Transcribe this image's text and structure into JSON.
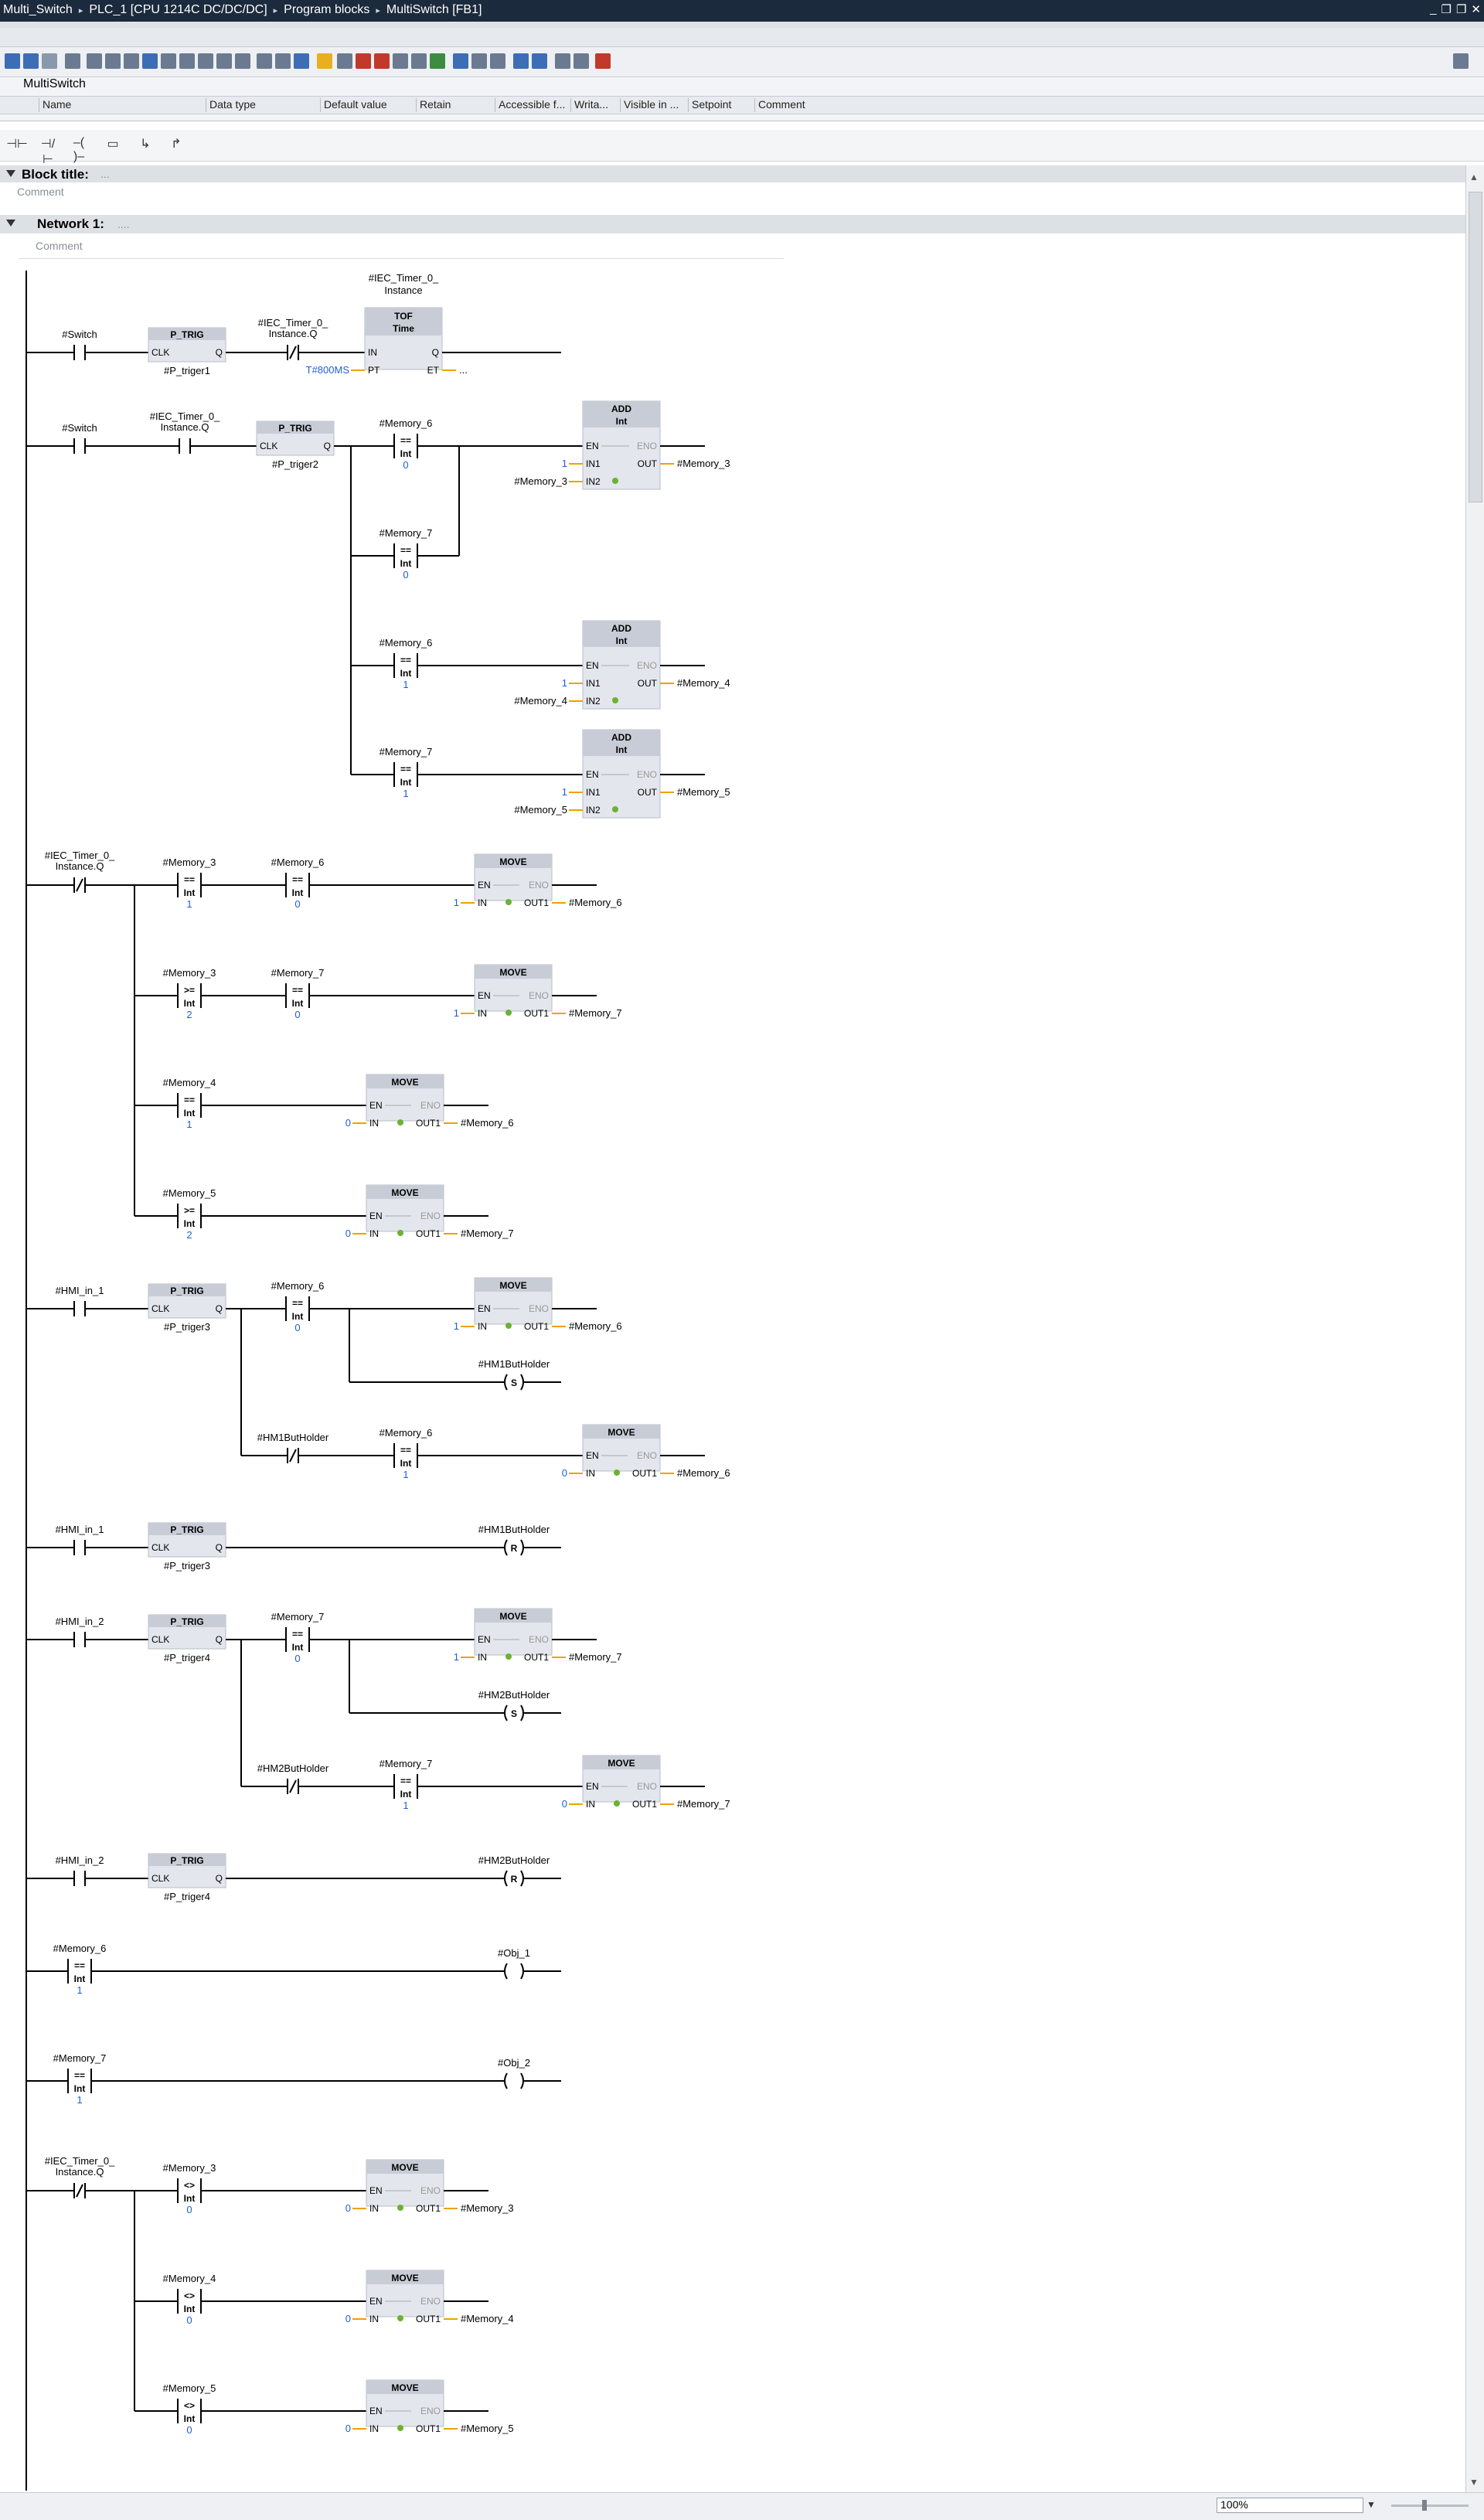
{
  "titlebar": {
    "crumbs": [
      "Multi_Switch",
      "PLC_1 [CPU 1214C DC/DC/DC]",
      "Program blocks",
      "MultiSwitch [FB1]"
    ],
    "separator": "▸",
    "controls": [
      "_",
      "❐",
      "❐",
      "✕"
    ]
  },
  "interface": {
    "title": "MultiSwitch",
    "columns": [
      "Name",
      "Data type",
      "Default value",
      "Retain",
      "Accessible f...",
      "Writa...",
      "Visible in ...",
      "Setpoint",
      "Comment"
    ]
  },
  "editor": {
    "block_title_label": "Block title:",
    "block_title_value": "...",
    "block_comment": "Comment",
    "network_label": "Network 1:",
    "network_title_value": "....",
    "network_comment": "Comment",
    "zoom": "100%"
  },
  "colors": {
    "titlebar": "#1b2a3c",
    "accent_orange": "#f0a000",
    "constant_blue": "#1f5fd6",
    "box_fill": "#e3e6ec",
    "box_header": "#c8ccd6"
  },
  "ladder": {
    "nodes": [
      {
        "id": "c1",
        "type": "contact",
        "tag": "#Switch"
      },
      {
        "id": "pt1",
        "type": "ptrig",
        "inst": "#P_triger1",
        "title": "P_TRIG",
        "pins": [
          "CLK",
          "Q"
        ]
      },
      {
        "id": "c2",
        "type": "contact_nc",
        "tag1": "#IEC_Timer_0_",
        "tag2": "Instance.Q"
      },
      {
        "id": "tof",
        "type": "tof",
        "inst1": "#IEC_Timer_0_",
        "inst2": "Instance",
        "t1": "TOF",
        "t2": "Time",
        "pins": [
          "IN",
          "Q",
          "PT",
          "ET"
        ],
        "pt": "T#800MS",
        "et": "..."
      },
      {
        "id": "c3",
        "type": "contact",
        "tag": "#Switch"
      },
      {
        "id": "c4",
        "type": "contact",
        "tag1": "#IEC_Timer_0_",
        "tag2": "Instance.Q"
      },
      {
        "id": "pt2",
        "type": "ptrig",
        "inst": "#P_triger2",
        "title": "P_TRIG",
        "pins": [
          "CLK",
          "Q"
        ]
      },
      {
        "id": "cmp1",
        "type": "cmp",
        "op": "==",
        "dtype": "Int",
        "tag": "#Memory_6",
        "val": "0"
      },
      {
        "id": "cmp2",
        "type": "cmp",
        "op": "==",
        "dtype": "Int",
        "tag": "#Memory_7",
        "val": "0"
      },
      {
        "id": "add1",
        "type": "add",
        "title": "ADD",
        "dtype": "Int",
        "pins": [
          "EN",
          "ENO",
          "IN1",
          "OUT",
          "IN2"
        ],
        "in1": "1",
        "in2": "#Memory_3",
        "out": "#Memory_3"
      },
      {
        "id": "cmp3",
        "type": "cmp",
        "op": "==",
        "dtype": "Int",
        "tag": "#Memory_6",
        "val": "1"
      },
      {
        "id": "add2",
        "type": "add",
        "title": "ADD",
        "dtype": "Int",
        "pins": [
          "EN",
          "ENO",
          "IN1",
          "OUT",
          "IN2"
        ],
        "in1": "1",
        "in2": "#Memory_4",
        "out": "#Memory_4"
      },
      {
        "id": "cmp4",
        "type": "cmp",
        "op": "==",
        "dtype": "Int",
        "tag": "#Memory_7",
        "val": "1"
      },
      {
        "id": "add3",
        "type": "add",
        "title": "ADD",
        "dtype": "Int",
        "pins": [
          "EN",
          "ENO",
          "IN1",
          "OUT",
          "IN2"
        ],
        "in1": "1",
        "in2": "#Memory_5",
        "out": "#Memory_5"
      },
      {
        "id": "c5",
        "type": "contact_nc",
        "tag1": "#IEC_Timer_0_",
        "tag2": "Instance.Q"
      },
      {
        "id": "cmp5",
        "type": "cmp",
        "op": "==",
        "dtype": "Int",
        "tag": "#Memory_3",
        "val": "1"
      },
      {
        "id": "cmp6",
        "type": "cmp",
        "op": "==",
        "dtype": "Int",
        "tag": "#Memory_6",
        "val": "0"
      },
      {
        "id": "mv1",
        "type": "move",
        "title": "MOVE",
        "pins": [
          "EN",
          "ENO",
          "IN",
          "OUT1"
        ],
        "in": "1",
        "out": "#Memory_6"
      },
      {
        "id": "cmp7",
        "type": "cmp",
        "op": ">=",
        "dtype": "Int",
        "tag": "#Memory_3",
        "val": "2"
      },
      {
        "id": "cmp8",
        "type": "cmp",
        "op": "==",
        "dtype": "Int",
        "tag": "#Memory_7",
        "val": "0"
      },
      {
        "id": "mv2",
        "type": "move",
        "title": "MOVE",
        "pins": [
          "EN",
          "ENO",
          "IN",
          "OUT1"
        ],
        "in": "1",
        "out": "#Memory_7"
      },
      {
        "id": "cmp9",
        "type": "cmp",
        "op": "==",
        "dtype": "Int",
        "tag": "#Memory_4",
        "val": "1"
      },
      {
        "id": "mv3",
        "type": "move",
        "title": "MOVE",
        "pins": [
          "EN",
          "ENO",
          "IN",
          "OUT1"
        ],
        "in": "0",
        "out": "#Memory_6"
      },
      {
        "id": "cmp10",
        "type": "cmp",
        "op": ">=",
        "dtype": "Int",
        "tag": "#Memory_5",
        "val": "2"
      },
      {
        "id": "mv4",
        "type": "move",
        "title": "MOVE",
        "pins": [
          "EN",
          "ENO",
          "IN",
          "OUT1"
        ],
        "in": "0",
        "out": "#Memory_7"
      },
      {
        "id": "c6",
        "type": "contact",
        "tag": "#HMI_in_1"
      },
      {
        "id": "pt3",
        "type": "ptrig",
        "inst": "#P_triger3",
        "title": "P_TRIG",
        "pins": [
          "CLK",
          "Q"
        ]
      },
      {
        "id": "cmp11",
        "type": "cmp",
        "op": "==",
        "dtype": "Int",
        "tag": "#Memory_6",
        "val": "0"
      },
      {
        "id": "mv5",
        "type": "move",
        "title": "MOVE",
        "pins": [
          "EN",
          "ENO",
          "IN",
          "OUT1"
        ],
        "in": "1",
        "out": "#Memory_6"
      },
      {
        "id": "s1",
        "type": "coil",
        "letter": "S",
        "tag": "#HM1ButHolder"
      },
      {
        "id": "c7",
        "type": "contact_nc",
        "tag1": "#HM1ButHolder",
        "tag2": ""
      },
      {
        "id": "cmp12",
        "type": "cmp",
        "op": "==",
        "dtype": "Int",
        "tag": "#Memory_6",
        "val": "1"
      },
      {
        "id": "mv6",
        "type": "move",
        "title": "MOVE",
        "pins": [
          "EN",
          "ENO",
          "IN",
          "OUT1"
        ],
        "in": "0",
        "out": "#Memory_6"
      },
      {
        "id": "c8",
        "type": "contact",
        "tag": "#HMI_in_1"
      },
      {
        "id": "pt4",
        "type": "ptrig",
        "inst": "#P_triger3",
        "title": "P_TRIG",
        "pins": [
          "CLK",
          "Q"
        ]
      },
      {
        "id": "r1",
        "type": "coil",
        "letter": "R",
        "tag": "#HM1ButHolder"
      },
      {
        "id": "c9",
        "type": "contact",
        "tag": "#HMI_in_2"
      },
      {
        "id": "pt5",
        "type": "ptrig",
        "inst": "#P_triger4",
        "title": "P_TRIG",
        "pins": [
          "CLK",
          "Q"
        ]
      },
      {
        "id": "cmp13",
        "type": "cmp",
        "op": "==",
        "dtype": "Int",
        "tag": "#Memory_7",
        "val": "0"
      },
      {
        "id": "mv7",
        "type": "move",
        "title": "MOVE",
        "pins": [
          "EN",
          "ENO",
          "IN",
          "OUT1"
        ],
        "in": "1",
        "out": "#Memory_7"
      },
      {
        "id": "s2",
        "type": "coil",
        "letter": "S",
        "tag": "#HM2ButHolder"
      },
      {
        "id": "c10",
        "type": "contact_nc",
        "tag1": "#HM2ButHolder",
        "tag2": ""
      },
      {
        "id": "cmp14",
        "type": "cmp",
        "op": "==",
        "dtype": "Int",
        "tag": "#Memory_7",
        "val": "1"
      },
      {
        "id": "mv8",
        "type": "move",
        "title": "MOVE",
        "pins": [
          "EN",
          "ENO",
          "IN",
          "OUT1"
        ],
        "in": "0",
        "out": "#Memory_7"
      },
      {
        "id": "c11",
        "type": "contact",
        "tag": "#HMI_in_2"
      },
      {
        "id": "pt6",
        "type": "ptrig",
        "inst": "#P_triger4",
        "title": "P_TRIG",
        "pins": [
          "CLK",
          "Q"
        ]
      },
      {
        "id": "r2",
        "type": "coil",
        "letter": "R",
        "tag": "#HM2ButHolder"
      },
      {
        "id": "cmp15",
        "type": "cmp",
        "op": "==",
        "dtype": "Int",
        "tag": "#Memory_6",
        "val": "1"
      },
      {
        "id": "o1",
        "type": "coil",
        "letter": "",
        "tag": "#Obj_1"
      },
      {
        "id": "cmp16",
        "type": "cmp",
        "op": "==",
        "dtype": "Int",
        "tag": "#Memory_7",
        "val": "1"
      },
      {
        "id": "o2",
        "type": "coil",
        "letter": "",
        "tag": "#Obj_2"
      },
      {
        "id": "c12",
        "type": "contact_nc",
        "tag1": "#IEC_Timer_0_",
        "tag2": "Instance.Q"
      },
      {
        "id": "cmp17",
        "type": "cmp",
        "op": "<>",
        "dtype": "Int",
        "tag": "#Memory_3",
        "val": "0"
      },
      {
        "id": "mv9",
        "type": "move",
        "title": "MOVE",
        "pins": [
          "EN",
          "ENO",
          "IN",
          "OUT1"
        ],
        "in": "0",
        "out": "#Memory_3"
      },
      {
        "id": "cmp18",
        "type": "cmp",
        "op": "<>",
        "dtype": "Int",
        "tag": "#Memory_4",
        "val": "0"
      },
      {
        "id": "mv10",
        "type": "move",
        "title": "MOVE",
        "pins": [
          "EN",
          "ENO",
          "IN",
          "OUT1"
        ],
        "in": "0",
        "out": "#Memory_4"
      },
      {
        "id": "cmp19",
        "type": "cmp",
        "op": "<>",
        "dtype": "Int",
        "tag": "#Memory_5",
        "val": "0"
      },
      {
        "id": "mv11",
        "type": "move",
        "title": "MOVE",
        "pins": [
          "EN",
          "ENO",
          "IN",
          "OUT1"
        ],
        "in": "0",
        "out": "#Memory_5"
      }
    ]
  }
}
